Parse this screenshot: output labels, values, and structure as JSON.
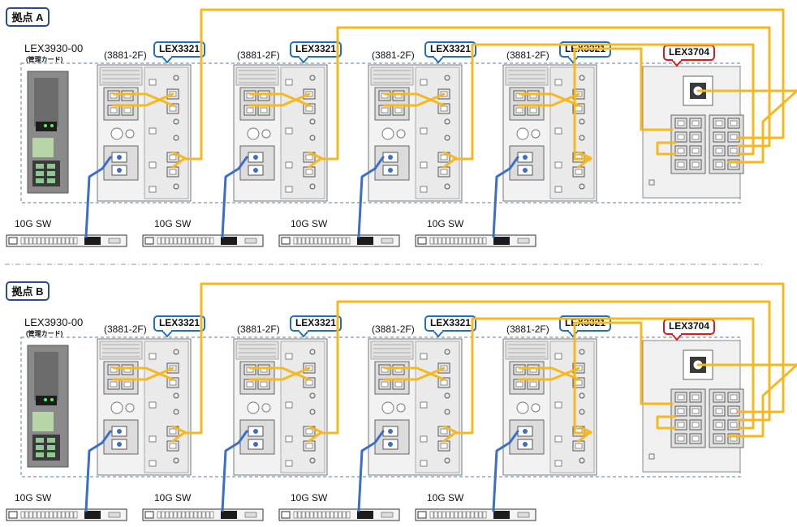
{
  "sections": [
    {
      "site_label": "拠点 A",
      "mgmt_model": "LEX3930-00",
      "mgmt_note": "(管理カード)",
      "modules": [
        {
          "floor": "(3881-2F)",
          "model": "LEX3321"
        },
        {
          "floor": "(3881-2F)",
          "model": "LEX3321"
        },
        {
          "floor": "(3881-2F)",
          "model": "LEX3321"
        },
        {
          "floor": "(3881-2F)",
          "model": "LEX3321"
        }
      ],
      "right_model": "LEX3704",
      "switches": [
        "10G SW",
        "10G SW",
        "10G SW",
        "10G SW"
      ]
    },
    {
      "site_label": "拠点 B",
      "mgmt_model": "LEX3930-00",
      "mgmt_note": "(管理カード)",
      "modules": [
        {
          "floor": "(3881-2F)",
          "model": "LEX3321"
        },
        {
          "floor": "(3881-2F)",
          "model": "LEX3321"
        },
        {
          "floor": "(3881-2F)",
          "model": "LEX3321"
        },
        {
          "floor": "(3881-2F)",
          "model": "LEX3321"
        }
      ],
      "right_model": "LEX3704",
      "switches": [
        "10G SW",
        "10G SW",
        "10G SW",
        "10G SW"
      ]
    }
  ],
  "colors": {
    "fiber": "#f5b820",
    "copper": "#3c6ec8",
    "module_callout": "#1e6fc0",
    "panel_callout": "#d21e1e",
    "frame_dash": "#5a7ab4",
    "card_body": "#8a8a8a"
  }
}
